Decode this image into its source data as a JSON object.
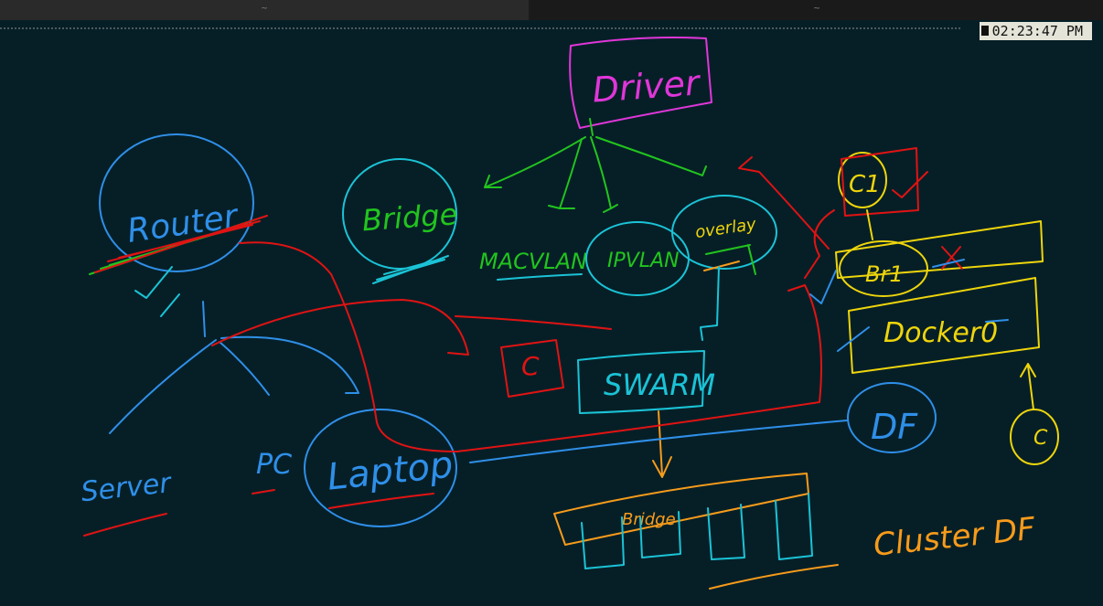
{
  "tabs": [
    "~",
    "~"
  ],
  "clock": "02:23:47 PM",
  "colors": {
    "background": "#061f27",
    "blue": "#2f8fe8",
    "cyan": "#1bc3d6",
    "green": "#22c41e",
    "magenta": "#e036d9",
    "red": "#e01313",
    "yellow": "#eed50c",
    "orange": "#f79b1b"
  },
  "labels": {
    "driver": "Driver",
    "router": "Router",
    "bridge": "Bridge",
    "macvlan": "MACVLAN",
    "ipvlan": "IPVLAN",
    "overlay": "overlay",
    "c_small": "C",
    "swarm": "SWARM",
    "c1": "C1",
    "bridge_short": "Br1",
    "docker0": "Docker0",
    "df": "DF",
    "c_bottom": "C",
    "server": "Server",
    "pc": "PC",
    "laptop": "Laptop",
    "cluster_df": "Cluster DF",
    "bridge_bottom": "Bridge"
  }
}
